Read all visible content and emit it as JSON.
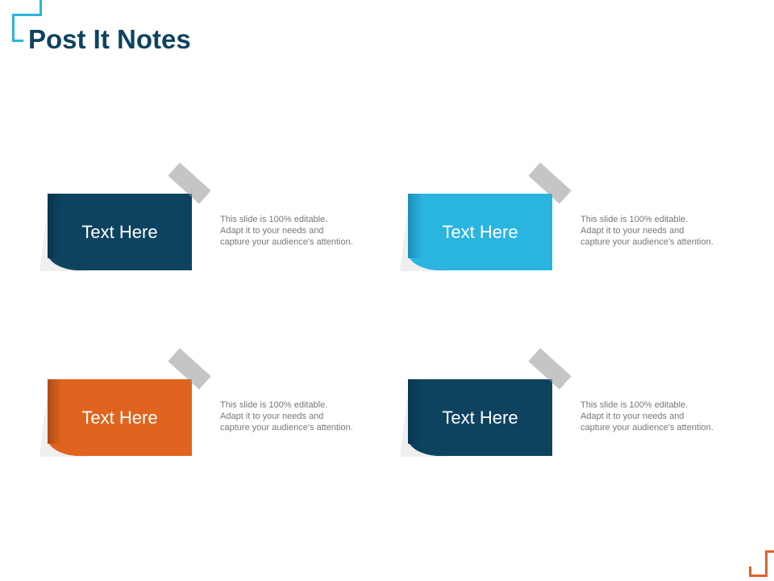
{
  "slide": {
    "title": "Post It Notes",
    "accent_top_left": "#29b5e0",
    "accent_bottom_right": "#e0612a"
  },
  "notes": [
    {
      "label": "Text Here",
      "color": "#0e4360",
      "curl_color": "#0a3550",
      "description": [
        "This slide is 100% editable.",
        "Adapt it to your needs and",
        "capture your audience's attention."
      ]
    },
    {
      "label": "Text Here",
      "color": "#29b5e0",
      "curl_color": "#1a8fb5",
      "description": [
        "This slide is 100% editable.",
        "Adapt it to your needs and",
        "capture your audience's attention."
      ]
    },
    {
      "label": "Text Here",
      "color": "#e0641f",
      "curl_color": "#b04a12",
      "description": [
        "This slide is 100% editable.",
        "Adapt it to your needs and",
        "capture your audience's attention."
      ]
    },
    {
      "label": "Text Here",
      "color": "#0e4360",
      "curl_color": "#0a3550",
      "description": [
        "This slide is 100% editable.",
        "Adapt it to your needs and",
        "capture your audience's attention."
      ]
    }
  ]
}
